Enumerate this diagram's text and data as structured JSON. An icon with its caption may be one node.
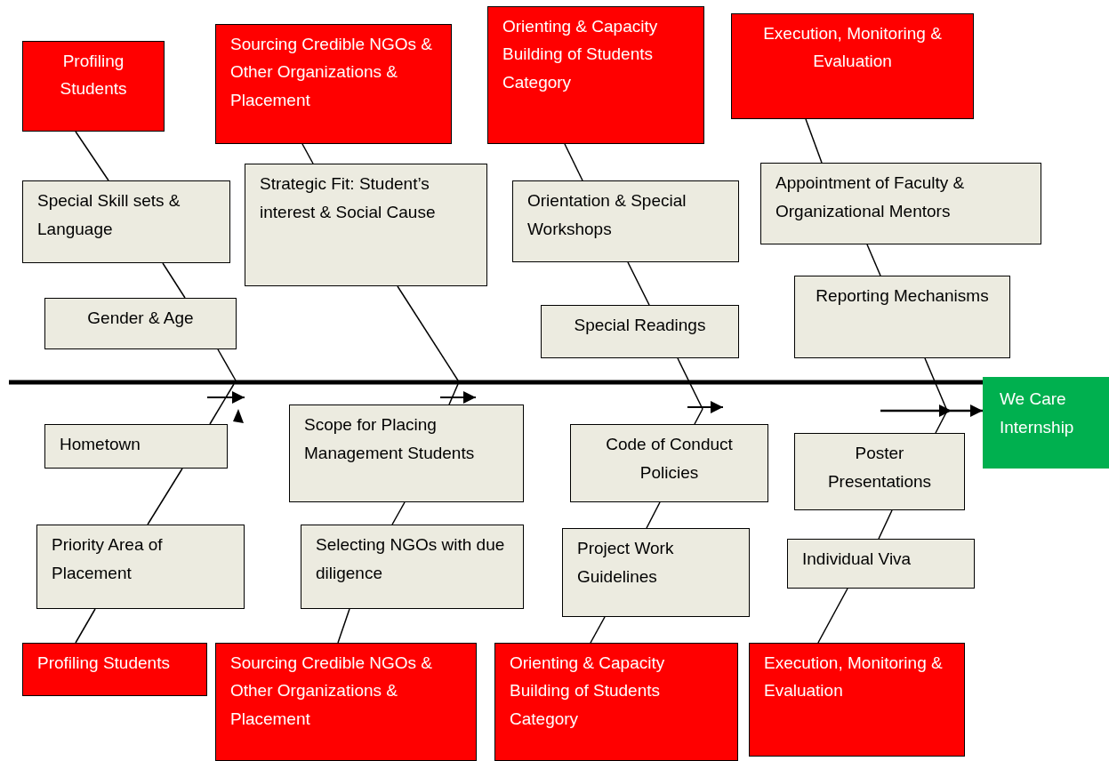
{
  "diagram": {
    "nodes": [
      {
        "text": [
          "Profiling Students"
        ]
      },
      {
        "text": [
          "Special Skill sets & Language"
        ]
      },
      {
        "text": [
          "Gender & Age"
        ]
      },
      {
        "text": [
          "Sourcing Credible NGOs & Other Organizations & Placement"
        ]
      },
      {
        "text": [
          "Strategic Fit: Student’s interest & Social Cause"
        ]
      },
      {
        "text": [
          "Orienting & Capacity Building of Students Category"
        ]
      },
      {
        "text": [
          "Orientation & Special Workshops"
        ]
      },
      {
        "text": [
          "Special Readings"
        ]
      },
      {
        "text": [
          "Execution, Monitoring & Evaluation"
        ]
      },
      {
        "text": [
          "Appointment of Faculty & Organizational Mentors"
        ]
      },
      {
        "text": [
          "Reporting Mechanisms"
        ]
      },
      {
        "text": [
          "We Care Internship"
        ]
      },
      {
        "text": [
          "Hometown"
        ]
      },
      {
        "text": [
          "Priority Area of Placement"
        ]
      },
      {
        "text": [
          "Profiling Students"
        ]
      },
      {
        "text": [
          "Scope for Placing Management Students"
        ]
      },
      {
        "text": [
          "Selecting NGOs with due diligence"
        ]
      },
      {
        "text": [
          "Sourcing Credible NGOs & Other Organizations & Placement"
        ]
      },
      {
        "text": [
          "Code of Conduct Policies"
        ]
      },
      {
        "text": [
          "Project Work Guidelines"
        ]
      },
      {
        "text": [
          "Orienting & Capacity Building of Students Category"
        ]
      },
      {
        "text": [
          "Poster Presentations"
        ]
      },
      {
        "text": [
          "Individual Viva"
        ]
      },
      {
        "text": [
          "Execution, Monitoring & Evaluation"
        ]
      }
    ],
    "edges": [
      {
        "from": 0,
        "to": 1,
        "arrow": "none"
      },
      {
        "from": 1,
        "to": 2,
        "arrow": "none"
      },
      {
        "from": 2,
        "to": null,
        "arrow": "none"
      },
      {
        "from": 3,
        "to": 4,
        "arrow": "none"
      },
      {
        "from": 4,
        "to": null,
        "arrow": "none"
      },
      {
        "from": 5,
        "to": 6,
        "arrow": "none"
      },
      {
        "from": 6,
        "to": 7,
        "arrow": "none"
      },
      {
        "from": 7,
        "to": null,
        "arrow": "none"
      },
      {
        "from": 8,
        "to": 9,
        "arrow": "none"
      },
      {
        "from": 9,
        "to": 10,
        "arrow": "none"
      },
      {
        "from": 10,
        "to": null,
        "arrow": "none"
      },
      {
        "from": null,
        "to": 12,
        "arrow": "none"
      },
      {
        "from": 12,
        "to": 13,
        "arrow": "none"
      },
      {
        "from": 13,
        "to": 14,
        "arrow": "none"
      },
      {
        "from": null,
        "to": 15,
        "arrow": "none"
      },
      {
        "from": 15,
        "to": 16,
        "arrow": "none"
      },
      {
        "from": 16,
        "to": 17,
        "arrow": "none"
      },
      {
        "from": null,
        "to": 18,
        "arrow": "none"
      },
      {
        "from": 18,
        "to": 19,
        "arrow": "none"
      },
      {
        "from": 19,
        "to": 20,
        "arrow": "none"
      },
      {
        "from": null,
        "to": 21,
        "arrow": "none"
      },
      {
        "from": 21,
        "to": 22,
        "arrow": "none"
      },
      {
        "from": 22,
        "to": 23,
        "arrow": "none"
      },
      {
        "from": null,
        "to": 11,
        "arrow": "to"
      }
    ]
  }
}
